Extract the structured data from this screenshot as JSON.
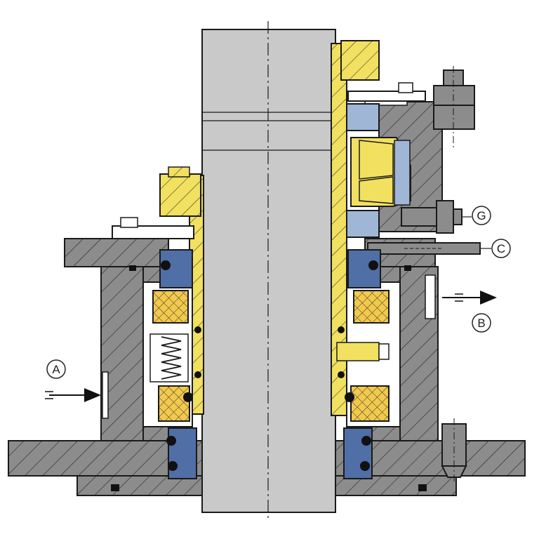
{
  "colors": {
    "housing": "#8c8c8c",
    "shaft": "#c9c9c9",
    "sleeve_yellow": "#f2e060",
    "seal_blue": "#4f6fa6",
    "light_blue": "#9fb6d6",
    "outline": "#1a1a1a",
    "background": "#ffffff"
  },
  "callouts": {
    "a": {
      "label": "A",
      "meaning": "flow-in"
    },
    "b": {
      "label": "B",
      "meaning": "flow-out"
    },
    "c": {
      "label": "C",
      "meaning": "port"
    },
    "g": {
      "label": "G",
      "meaning": "port"
    }
  },
  "components": [
    "shaft",
    "shaft-sleeve",
    "seal-housing",
    "gland-flange",
    "bearing",
    "rotating-face",
    "stationary-face",
    "spring",
    "o-ring",
    "drive-collar",
    "bolt",
    "set-screw"
  ]
}
